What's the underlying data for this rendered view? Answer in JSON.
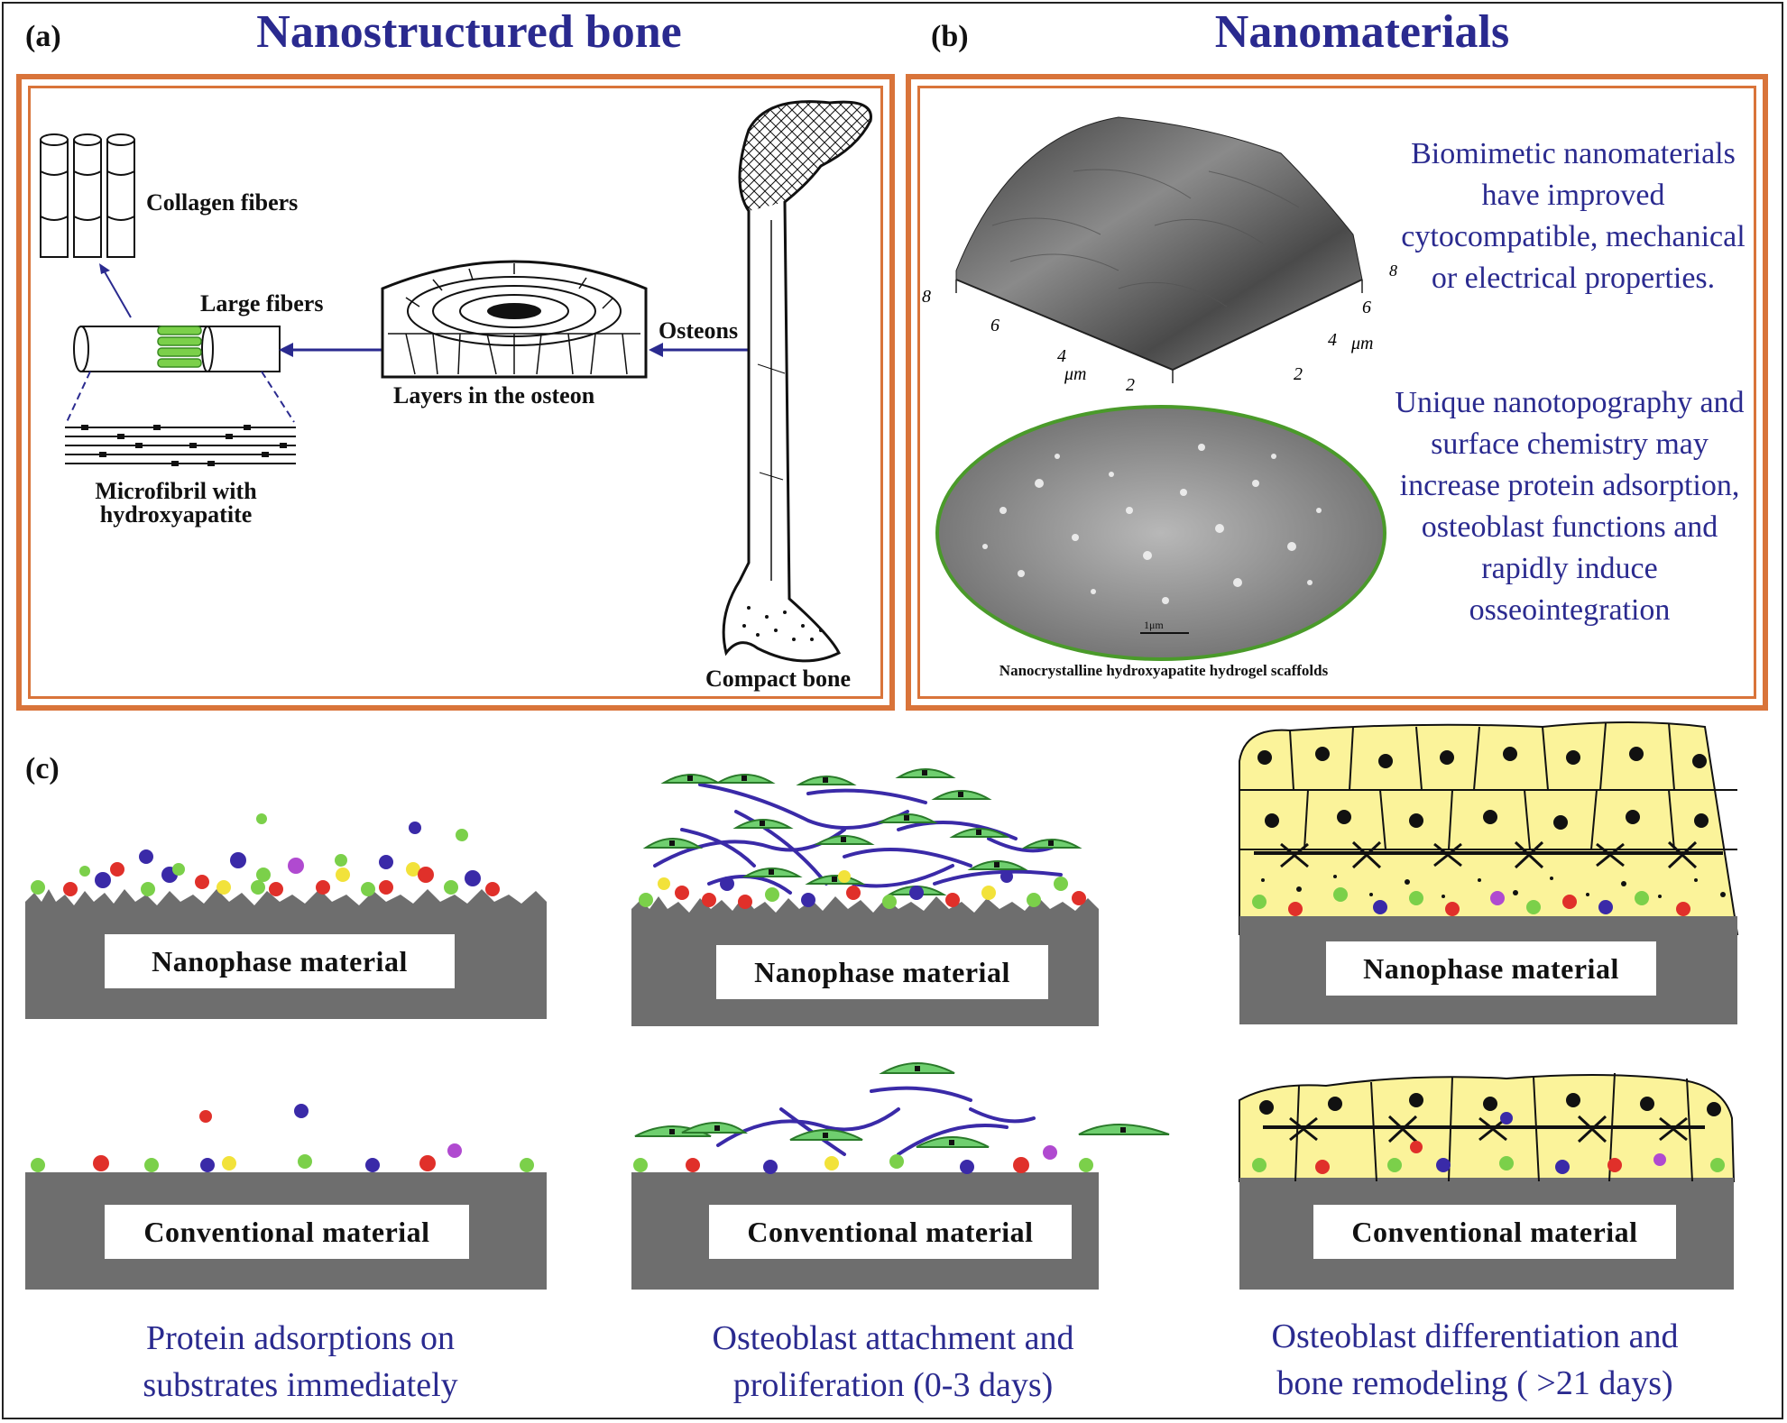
{
  "panel_a": {
    "label": "(a)",
    "title": "Nanostructured bone",
    "labels": {
      "collagen": "Collagen fibers",
      "large_fibers": "Large fibers",
      "osteons": "Osteons",
      "layers": "Layers in the osteon",
      "microfibril_line1": "Microfibril with",
      "microfibril_line2": "hydroxyapatite",
      "compact_bone": "Compact bone"
    }
  },
  "panel_b": {
    "label": "(b)",
    "title": "Nanomaterials",
    "axis": {
      "left_ticks": [
        "8",
        "6",
        "4",
        "2"
      ],
      "right_ticks": [
        "8",
        "6",
        "4",
        "2"
      ],
      "unit": "μm"
    },
    "scale_bar": "1μm",
    "sem_caption": "Nanocrystalline hydroxyapatite hydrogel scaffolds",
    "text1": "Biomimetic nanomaterials have improved cytocompatible, mechanical or electrical properties.",
    "text2": "Unique nanotopography and surface chemistry may increase protein adsorption, osteoblast functions and rapidly induce osseointegration"
  },
  "panel_c": {
    "label": "(c)",
    "nano_label": "Nanophase material",
    "conv_label": "Conventional material",
    "captions": [
      [
        "Protein adsorptions on",
        "substrates immediately"
      ],
      [
        "Osteoblast attachment and",
        "proliferation (0-3 days)"
      ],
      [
        "Osteoblast differentiation and",
        "bone remodeling ( >21 days)"
      ]
    ]
  },
  "colors": {
    "title_blue": "#2a2a8f",
    "orange_border": "#d9743a",
    "substrate_gray": "#6e6e6e",
    "cell_green": "#6fcf6f",
    "bone_yellow": "#fbf39a",
    "fiber_blue": "#3a2aa8"
  }
}
